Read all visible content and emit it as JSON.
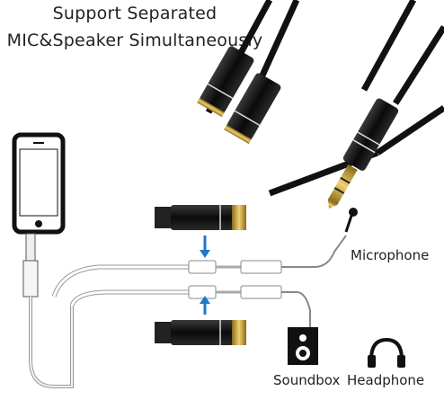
{
  "headline": {
    "line1": "Support Separated",
    "line2": "MIC&Speaker Simultaneously"
  },
  "labels": {
    "microphone": "Microphone",
    "soundbox": "Soundbox",
    "headphone": "Headphone"
  },
  "icons": [
    "smartphone-icon",
    "microphone-icon",
    "speaker-icon",
    "headphone-icon",
    "arrow-down-icon",
    "arrow-up-icon"
  ],
  "colors": {
    "cable": "#111111",
    "gold": "#c9a23a",
    "arrow": "#1f78c8",
    "white_cable": "#f2f2f2"
  }
}
